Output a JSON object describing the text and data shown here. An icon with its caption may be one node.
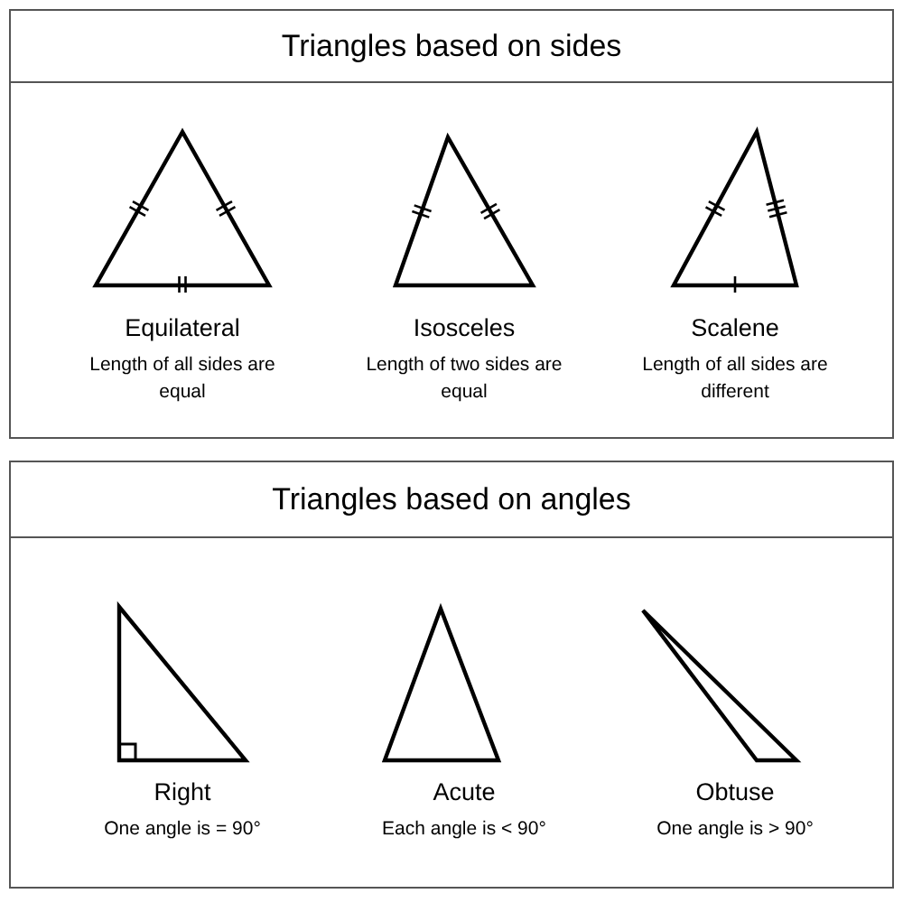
{
  "diagram": {
    "nodes": [
      {
        "text": [
          "Triangles based on sides"
        ]
      },
      {
        "text": [
          "Equilateral",
          "Length of all sides are equal"
        ],
        "in": 0
      },
      {
        "text": [
          "Isosceles",
          "Length of two sides are equal"
        ],
        "in": 0
      },
      {
        "text": [
          "Scalene",
          "Length of all sides are different"
        ],
        "in": 0
      },
      {
        "text": [
          "Triangles based on angles"
        ]
      },
      {
        "text": [
          "Right",
          "One angle is = 90°"
        ],
        "in": 4
      },
      {
        "text": [
          "Acute",
          "Each angle is < 90°"
        ],
        "in": 4
      },
      {
        "text": [
          "Obtuse",
          "One angle is > 90°"
        ],
        "in": 4
      }
    ],
    "edges": []
  }
}
